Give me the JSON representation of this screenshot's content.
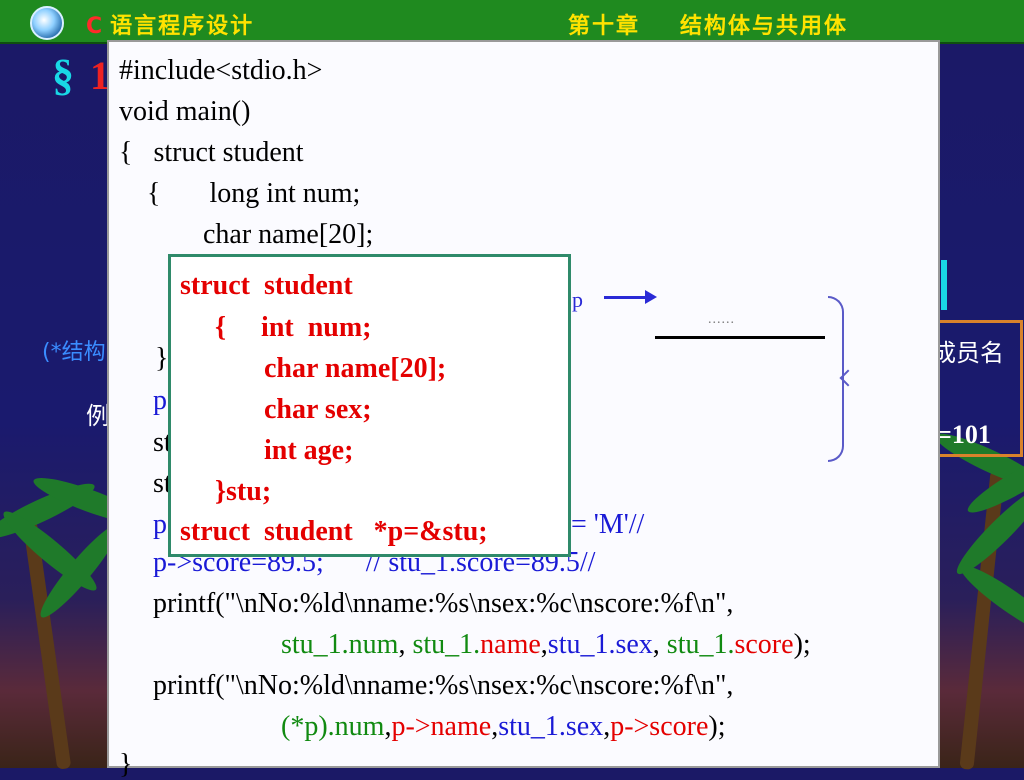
{
  "header": {
    "course_c": "C",
    "course_rest": "语言程序设计",
    "chapter": "第十章",
    "chapter_sub": "结构体与共用体",
    "logo_icon": "university-seal-icon"
  },
  "background": {
    "section_sign": "§",
    "section_num": "1",
    "left_note": "(*结构",
    "left_char": "例",
    "example_label": "例",
    "right_name": "成员名",
    "right_colon": ";",
    "right_value": "=101",
    "colors": {
      "bg": "#1b1966",
      "header": "#1f8a1f",
      "header_text": "#ffe200",
      "accent_cyan": "#19d8e6",
      "box_border": "#d9822b"
    }
  },
  "code": {
    "lines": [
      "#include<stdio.h>",
      "void main()",
      "{   struct student",
      "    {       long int num;",
      "            char name[20];"
    ],
    "peek_brace": "}",
    "peek_p": "p",
    "peek_st1": "st",
    "peek_st2": "st",
    "peek_p2": "p",
    "assign_sex_tail": "= 'M'//",
    "score_line": "p->score=89.5;      // stu_1.score=89.5//",
    "printf1": "printf(\"\\nNo:%ld\\nname:%s\\nsex:%c\\nscore:%f\\n\",",
    "args1": {
      "a": "stu_1.num",
      "sep1": ", ",
      "b_prefix": "stu_1.",
      "b_field": "name",
      "sep2": ",",
      "c": "stu_1.sex",
      "sep3": ", ",
      "d_prefix": "stu_1.",
      "d_field": "score",
      "end": ");"
    },
    "printf2": "printf(\"\\nNo:%ld\\nname:%s\\nsex:%c\\nscore:%f\\n\",",
    "args2": {
      "a": "(*p).num",
      "sep1": ",",
      "b": "p->name",
      "sep2": ",",
      "c": "stu_1.sex",
      "sep3": ",",
      "d": "p->score",
      "end": ");"
    },
    "close": "}"
  },
  "diagram": {
    "pointer_label": "p",
    "dots": "......"
  },
  "popup": {
    "lines": [
      "struct  student",
      "     {     int  num;",
      "            char name[20];",
      "            char sex;",
      "            int age;",
      "     }stu;",
      "struct  student   *p=&stu;"
    ]
  }
}
